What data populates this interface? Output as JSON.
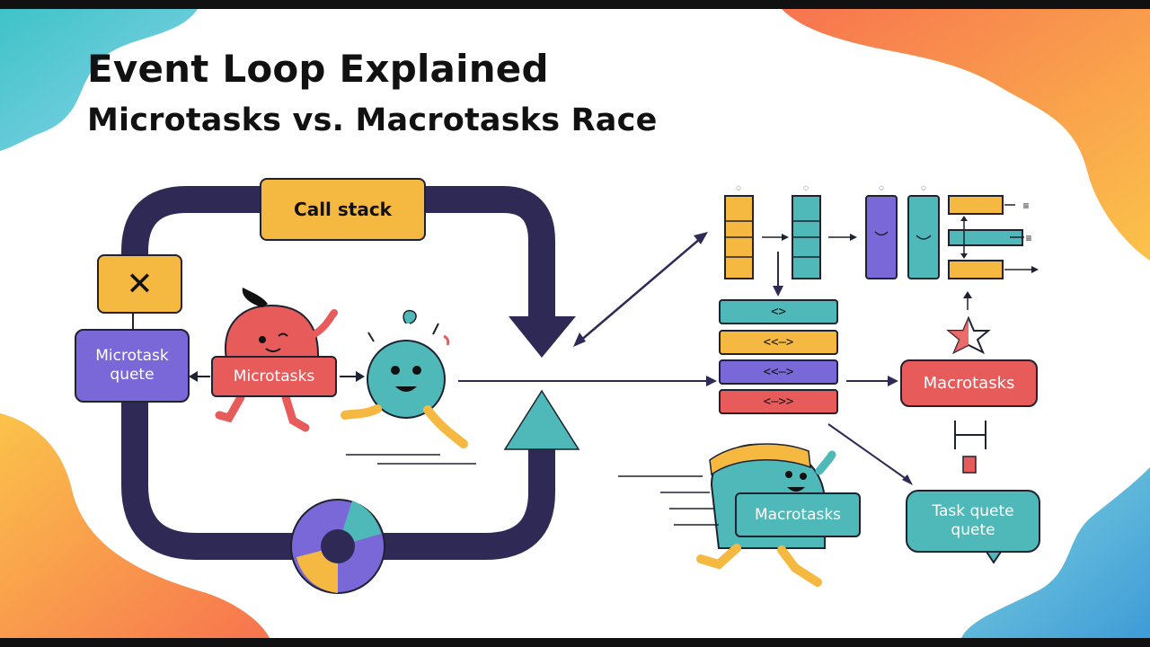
{
  "title": "Event Loop Explained",
  "subtitle": "Microtasks vs. Macrotasks Race",
  "nodes": {
    "call_stack": "Call stack",
    "cancel_mark": "✕",
    "microtask_queue": "Microtask\nquete",
    "microtasks_label": "Microtasks",
    "macrotasks_label": "Macrotasks",
    "macrotasks_runner_label": "Macrotasks",
    "task_queue": "Task quete\nquete"
  },
  "queue_bars": [
    "<>",
    "<<–>",
    "<<–>",
    "<–>>"
  ],
  "colors": {
    "loop": "#2e2a55",
    "yellow": "#f5b942",
    "teal": "#4fb8b8",
    "purple": "#7a68d8",
    "red": "#e85b5b"
  }
}
